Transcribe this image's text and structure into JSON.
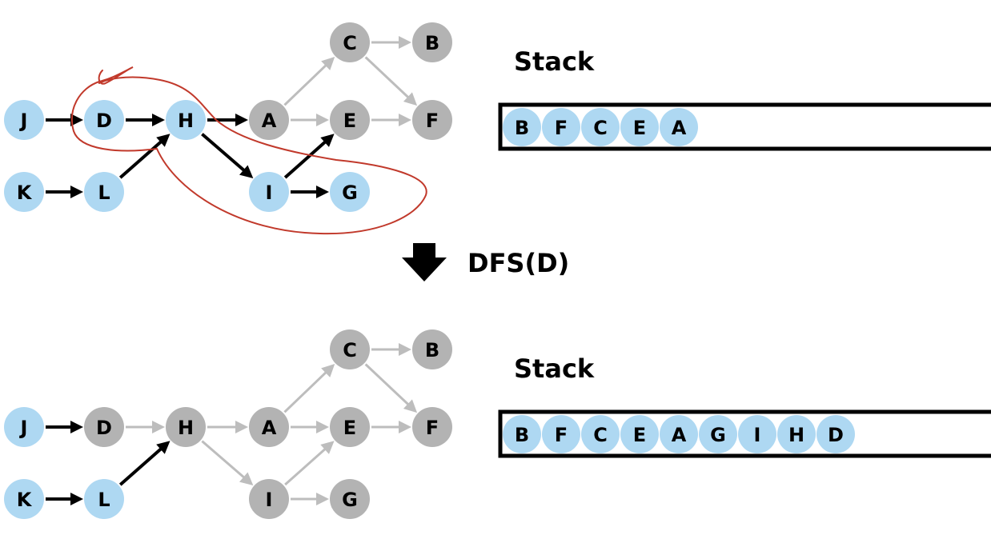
{
  "colors": {
    "visited": "#aed8f2",
    "unvisited": "#b3b3b3",
    "edge_active": "#000000",
    "edge_inactive": "#bdbdbd",
    "highlight": "#c1392b",
    "text": "#000000"
  },
  "labels": {
    "stack_top": "Stack",
    "stack_bottom": "Stack",
    "operation": "DFS(D)"
  },
  "graphs": [
    {
      "id": "before",
      "nodes": [
        {
          "id": "J",
          "label": "J",
          "state": "visited"
        },
        {
          "id": "D",
          "label": "D",
          "state": "visited"
        },
        {
          "id": "H",
          "label": "H",
          "state": "visited"
        },
        {
          "id": "A",
          "label": "A",
          "state": "unvisited"
        },
        {
          "id": "C",
          "label": "C",
          "state": "unvisited"
        },
        {
          "id": "B",
          "label": "B",
          "state": "unvisited"
        },
        {
          "id": "E",
          "label": "E",
          "state": "unvisited"
        },
        {
          "id": "F",
          "label": "F",
          "state": "unvisited"
        },
        {
          "id": "K",
          "label": "K",
          "state": "visited"
        },
        {
          "id": "L",
          "label": "L",
          "state": "visited"
        },
        {
          "id": "I",
          "label": "I",
          "state": "visited"
        },
        {
          "id": "G",
          "label": "G",
          "state": "visited"
        }
      ],
      "edges": [
        {
          "from": "J",
          "to": "D",
          "style": "active"
        },
        {
          "from": "D",
          "to": "H",
          "style": "active"
        },
        {
          "from": "H",
          "to": "A",
          "style": "active"
        },
        {
          "from": "H",
          "to": "I",
          "style": "active"
        },
        {
          "from": "L",
          "to": "H",
          "style": "active"
        },
        {
          "from": "K",
          "to": "L",
          "style": "active"
        },
        {
          "from": "I",
          "to": "E",
          "style": "active"
        },
        {
          "from": "I",
          "to": "G",
          "style": "active"
        },
        {
          "from": "A",
          "to": "C",
          "style": "inactive"
        },
        {
          "from": "A",
          "to": "E",
          "style": "inactive"
        },
        {
          "from": "C",
          "to": "B",
          "style": "inactive"
        },
        {
          "from": "C",
          "to": "F",
          "style": "inactive"
        },
        {
          "from": "E",
          "to": "F",
          "style": "inactive"
        }
      ],
      "stack": [
        "B",
        "F",
        "C",
        "E",
        "A"
      ]
    },
    {
      "id": "after",
      "nodes": [
        {
          "id": "J",
          "label": "J",
          "state": "visited"
        },
        {
          "id": "D",
          "label": "D",
          "state": "unvisited"
        },
        {
          "id": "H",
          "label": "H",
          "state": "unvisited"
        },
        {
          "id": "A",
          "label": "A",
          "state": "unvisited"
        },
        {
          "id": "C",
          "label": "C",
          "state": "unvisited"
        },
        {
          "id": "B",
          "label": "B",
          "state": "unvisited"
        },
        {
          "id": "E",
          "label": "E",
          "state": "unvisited"
        },
        {
          "id": "F",
          "label": "F",
          "state": "unvisited"
        },
        {
          "id": "K",
          "label": "K",
          "state": "visited"
        },
        {
          "id": "L",
          "label": "L",
          "state": "visited"
        },
        {
          "id": "I",
          "label": "I",
          "state": "unvisited"
        },
        {
          "id": "G",
          "label": "G",
          "state": "unvisited"
        }
      ],
      "edges": [
        {
          "from": "J",
          "to": "D",
          "style": "active"
        },
        {
          "from": "D",
          "to": "H",
          "style": "inactive"
        },
        {
          "from": "H",
          "to": "A",
          "style": "inactive"
        },
        {
          "from": "H",
          "to": "I",
          "style": "inactive"
        },
        {
          "from": "L",
          "to": "H",
          "style": "active"
        },
        {
          "from": "K",
          "to": "L",
          "style": "active"
        },
        {
          "from": "I",
          "to": "E",
          "style": "inactive"
        },
        {
          "from": "I",
          "to": "G",
          "style": "inactive"
        },
        {
          "from": "A",
          "to": "C",
          "style": "inactive"
        },
        {
          "from": "A",
          "to": "E",
          "style": "inactive"
        },
        {
          "from": "C",
          "to": "B",
          "style": "inactive"
        },
        {
          "from": "C",
          "to": "F",
          "style": "inactive"
        },
        {
          "from": "E",
          "to": "F",
          "style": "inactive"
        }
      ],
      "stack": [
        "B",
        "F",
        "C",
        "E",
        "A",
        "G",
        "I",
        "H",
        "D"
      ]
    }
  ]
}
